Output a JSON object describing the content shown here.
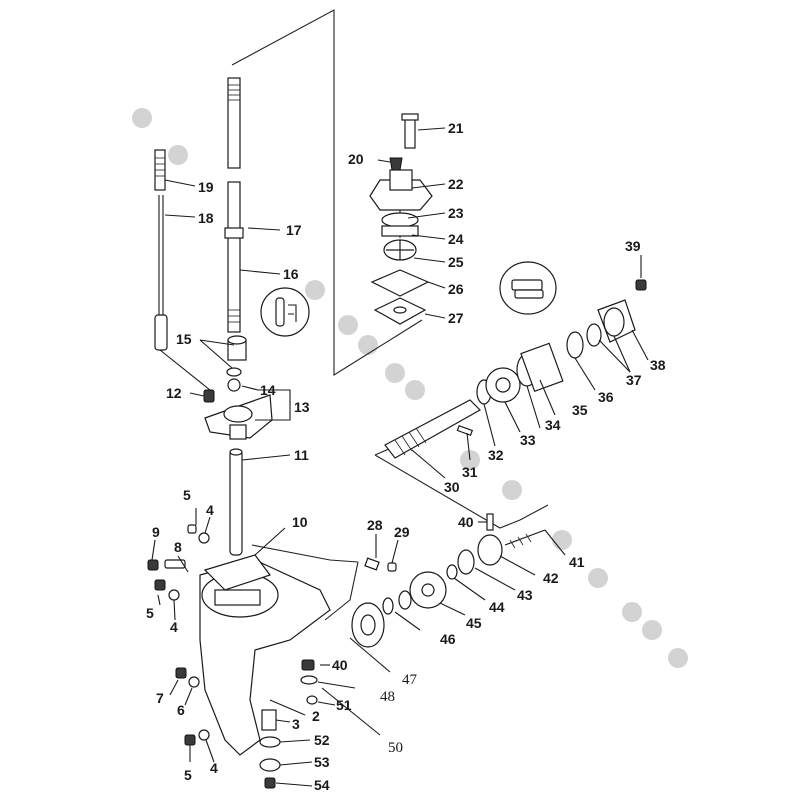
{
  "labels": [
    {
      "id": "21",
      "text": "21",
      "serif": false
    },
    {
      "id": "20",
      "text": "20",
      "serif": false
    },
    {
      "id": "19",
      "text": "19",
      "serif": false
    },
    {
      "id": "22",
      "text": "22",
      "serif": false
    },
    {
      "id": "18",
      "text": "18",
      "serif": false
    },
    {
      "id": "23",
      "text": "23",
      "serif": false
    },
    {
      "id": "17",
      "text": "17",
      "serif": false
    },
    {
      "id": "24",
      "text": "24",
      "serif": false
    },
    {
      "id": "39",
      "text": "39",
      "serif": false
    },
    {
      "id": "16",
      "text": "16",
      "serif": false
    },
    {
      "id": "25",
      "text": "25",
      "serif": false
    },
    {
      "id": "26",
      "text": "26",
      "serif": false
    },
    {
      "id": "27",
      "text": "27",
      "serif": false
    },
    {
      "id": "15",
      "text": "15",
      "serif": false
    },
    {
      "id": "38",
      "text": "38",
      "serif": false
    },
    {
      "id": "37",
      "text": "37",
      "serif": false
    },
    {
      "id": "12",
      "text": "12",
      "serif": false
    },
    {
      "id": "14",
      "text": "14",
      "serif": false
    },
    {
      "id": "36",
      "text": "36",
      "serif": false
    },
    {
      "id": "13",
      "text": "13",
      "serif": false
    },
    {
      "id": "35",
      "text": "35",
      "serif": false
    },
    {
      "id": "34",
      "text": "34",
      "serif": false
    },
    {
      "id": "33",
      "text": "33",
      "serif": false
    },
    {
      "id": "32",
      "text": "32",
      "serif": false
    },
    {
      "id": "11",
      "text": "11",
      "serif": false
    },
    {
      "id": "31",
      "text": "31",
      "serif": false
    },
    {
      "id": "30",
      "text": "30",
      "serif": false
    },
    {
      "id": "5a",
      "text": "5",
      "serif": false
    },
    {
      "id": "4a",
      "text": "4",
      "serif": false
    },
    {
      "id": "10",
      "text": "10",
      "serif": false
    },
    {
      "id": "40a",
      "text": "40",
      "serif": false
    },
    {
      "id": "9",
      "text": "9",
      "serif": false
    },
    {
      "id": "28",
      "text": "28",
      "serif": false
    },
    {
      "id": "29",
      "text": "29",
      "serif": false
    },
    {
      "id": "8",
      "text": "8",
      "serif": false
    },
    {
      "id": "41",
      "text": "41",
      "serif": false
    },
    {
      "id": "42",
      "text": "42",
      "serif": false
    },
    {
      "id": "43",
      "text": "43",
      "serif": false
    },
    {
      "id": "5b",
      "text": "5",
      "serif": false
    },
    {
      "id": "4b",
      "text": "4",
      "serif": false
    },
    {
      "id": "44",
      "text": "44",
      "serif": false
    },
    {
      "id": "45",
      "text": "45",
      "serif": false
    },
    {
      "id": "46",
      "text": "46",
      "serif": false
    },
    {
      "id": "40b",
      "text": "40",
      "serif": false
    },
    {
      "id": "47",
      "text": "47",
      "serif": true
    },
    {
      "id": "7",
      "text": "7",
      "serif": false
    },
    {
      "id": "48",
      "text": "48",
      "serif": true
    },
    {
      "id": "6",
      "text": "6",
      "serif": false
    },
    {
      "id": "51",
      "text": "51",
      "serif": false
    },
    {
      "id": "3",
      "text": "3",
      "serif": false
    },
    {
      "id": "2",
      "text": "2",
      "serif": false
    },
    {
      "id": "52",
      "text": "52",
      "serif": false
    },
    {
      "id": "50",
      "text": "50",
      "serif": true
    },
    {
      "id": "53",
      "text": "53",
      "serif": false
    },
    {
      "id": "5c",
      "text": "5",
      "serif": false
    },
    {
      "id": "4c",
      "text": "4",
      "serif": false
    },
    {
      "id": "54",
      "text": "54",
      "serif": false
    }
  ],
  "colors": {
    "line": "#1a1a1a",
    "watermark_dot": "#d3d3d3",
    "background": "#ffffff"
  }
}
